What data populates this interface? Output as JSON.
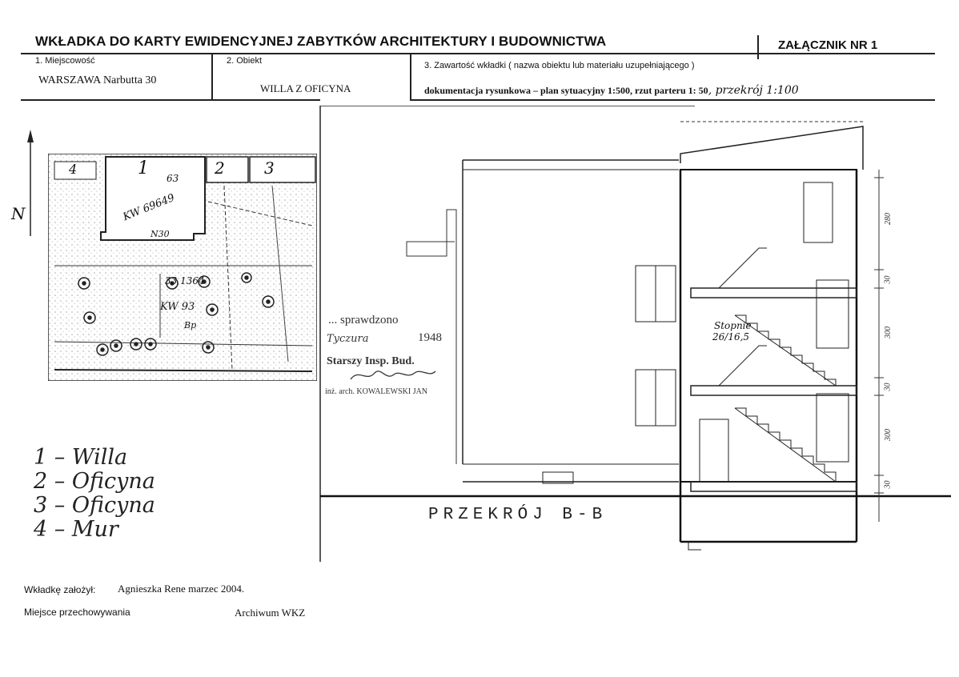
{
  "header": {
    "title": "WKŁADKA DO KARTY EWIDENCYJNEJ ZABYTKÓW ARCHITEKTURY I BUDOWNICTWA",
    "annex": "ZAŁĄCZNIK NR 1"
  },
  "fields": {
    "locality_label": "1. Miejscowość",
    "locality_value": "WARSZAWA Narbutta 30",
    "object_label": "2. Obiekt",
    "object_value": "WILLA Z OFICYNA",
    "content_label": "3. Zawartość wkładki ( nazwa obiektu lub materiału uzupełniającego )",
    "content_value": "dokumentacja rysunkowa – plan sytuacyjny 1:500, rzut parteru 1: 50",
    "content_handwritten": ", przekrój 1:100"
  },
  "site_plan": {
    "north_mark": "N",
    "plot_numbers": [
      "1",
      "2",
      "3",
      "4"
    ],
    "parcel_a": "63",
    "parcel_b": "KW 69649",
    "parcel_c": "N30",
    "parcel_d": "33 1364",
    "parcel_e": "KW 93",
    "parcel_f": "Bp"
  },
  "legend": [
    "1 – Willa",
    "2 – Oficyna",
    "3 – Oficyna",
    "4 – Mur"
  ],
  "stamp": {
    "line1": "... sprawdzono",
    "line2_hand": "Tyczura",
    "line2_year": "1948",
    "line3": "Starszy Insp. Bud.",
    "line4": "inż. arch. KOWALEWSKI JAN"
  },
  "section": {
    "label": "PRZEKRÓJ B-B",
    "stairs_note_1": "Stopnie",
    "stairs_note_2": "26/16,5",
    "dim_1": "280",
    "dim_2": "30",
    "dim_3": "300",
    "dim_4": "30",
    "dim_5": "300",
    "dim_6": "30"
  },
  "footer": {
    "created_label": "Wkładkę założył:",
    "created_value": "Agnieszka Rene  marzec 2004.",
    "storage_label": "Miejsce przechowywania",
    "storage_value": "Archiwum WKZ"
  }
}
